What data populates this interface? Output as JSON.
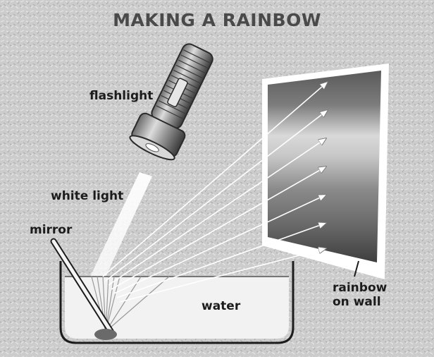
{
  "title": "MAKING A RAINBOW",
  "labels": {
    "flashlight": "flashlight",
    "white_light": "white light",
    "mirror": "mirror",
    "water": "water",
    "rainbow_line1": "rainbow",
    "rainbow_line2": "on wall"
  },
  "colors": {
    "background": "#cfcfcf",
    "text": "#1c1c1c",
    "water": "#f2f2f2",
    "wall_frame": "#ffffff"
  }
}
